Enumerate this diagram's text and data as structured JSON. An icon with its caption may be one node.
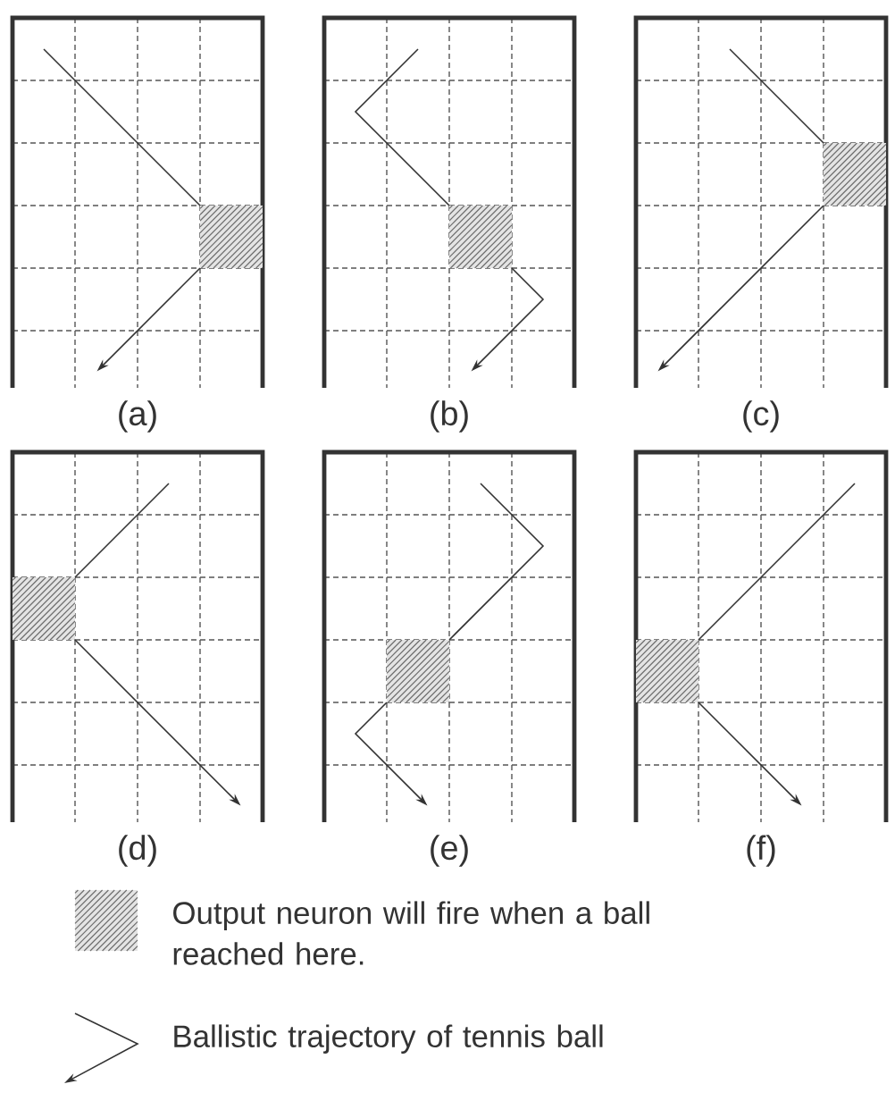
{
  "diagram": {
    "nodes": [
      {
        "text": [
          "(a)"
        ]
      },
      {
        "text": [],
        "shape": "box",
        "in": 0
      },
      {
        "text": [
          "(b)"
        ]
      },
      {
        "text": [],
        "shape": "box",
        "in": 2
      },
      {
        "text": [
          "(c)"
        ]
      },
      {
        "text": [],
        "shape": "box",
        "in": 4
      },
      {
        "text": [
          "(d)"
        ]
      },
      {
        "text": [],
        "shape": "box",
        "in": 6
      },
      {
        "text": [
          "(e)"
        ]
      },
      {
        "text": [],
        "shape": "box",
        "in": 8
      },
      {
        "text": [
          "(f)"
        ]
      },
      {
        "text": [],
        "shape": "box",
        "in": 10
      }
    ],
    "edges": [
      {
        "from": null,
        "to": 1,
        "arrow": "none"
      },
      {
        "from": 1,
        "to": null,
        "arrow": "to"
      },
      {
        "from": null,
        "to": 3,
        "arrow": "none"
      },
      {
        "from": 3,
        "to": null,
        "arrow": "to"
      },
      {
        "from": null,
        "to": 5,
        "arrow": "none"
      },
      {
        "from": 5,
        "to": null,
        "arrow": "to"
      },
      {
        "from": null,
        "to": 7,
        "arrow": "none"
      },
      {
        "from": 7,
        "to": null,
        "arrow": "to"
      },
      {
        "from": null,
        "to": 9,
        "arrow": "none"
      },
      {
        "from": 9,
        "to": null,
        "arrow": "to"
      },
      {
        "from": null,
        "to": 11,
        "arrow": "none"
      },
      {
        "from": 11,
        "to": null,
        "arrow": "to"
      }
    ],
    "legend": [
      {
        "text": "Output neuron will fire when a ball reached here."
      },
      {
        "text": "Ballistic trajectory of tennis ball"
      }
    ]
  }
}
